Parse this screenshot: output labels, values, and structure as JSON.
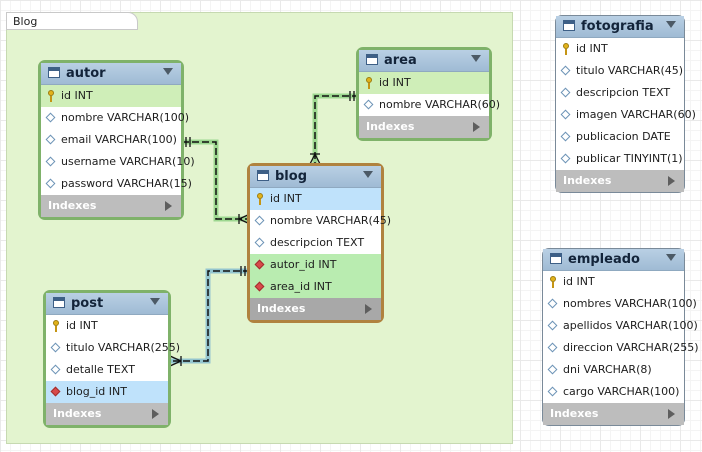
{
  "layer": {
    "title": "Blog"
  },
  "tables": {
    "autor": {
      "name": "autor",
      "columns": [
        {
          "label": "id INT",
          "kind": "pk"
        },
        {
          "label": "nombre VARCHAR(100)",
          "kind": "col"
        },
        {
          "label": "email VARCHAR(100)",
          "kind": "col"
        },
        {
          "label": "username VARCHAR(10)",
          "kind": "col"
        },
        {
          "label": "password VARCHAR(15)",
          "kind": "col"
        }
      ],
      "indexes_label": "Indexes"
    },
    "area": {
      "name": "area",
      "columns": [
        {
          "label": "id INT",
          "kind": "pk"
        },
        {
          "label": "nombre VARCHAR(60)",
          "kind": "col"
        }
      ],
      "indexes_label": "Indexes"
    },
    "blog": {
      "name": "blog",
      "columns": [
        {
          "label": "id INT",
          "kind": "pk"
        },
        {
          "label": "nombre VARCHAR(45)",
          "kind": "col"
        },
        {
          "label": "descripcion TEXT",
          "kind": "col"
        },
        {
          "label": "autor_id INT",
          "kind": "fk"
        },
        {
          "label": "area_id INT",
          "kind": "fk"
        }
      ],
      "indexes_label": "Indexes"
    },
    "post": {
      "name": "post",
      "columns": [
        {
          "label": "id INT",
          "kind": "pk"
        },
        {
          "label": "titulo VARCHAR(255)",
          "kind": "col"
        },
        {
          "label": "detalle TEXT",
          "kind": "col"
        },
        {
          "label": "blog_id INT",
          "kind": "fk"
        }
      ],
      "indexes_label": "Indexes"
    },
    "fotografia": {
      "name": "fotografia",
      "columns": [
        {
          "label": "id INT",
          "kind": "pk"
        },
        {
          "label": "titulo VARCHAR(45)",
          "kind": "col"
        },
        {
          "label": "descripcion TEXT",
          "kind": "col"
        },
        {
          "label": "imagen VARCHAR(60)",
          "kind": "col"
        },
        {
          "label": "publicacion DATE",
          "kind": "col"
        },
        {
          "label": "publicar TINYINT(1)",
          "kind": "col"
        }
      ],
      "indexes_label": "Indexes"
    },
    "empleado": {
      "name": "empleado",
      "columns": [
        {
          "label": "id INT",
          "kind": "pk"
        },
        {
          "label": "nombres VARCHAR(100)",
          "kind": "col"
        },
        {
          "label": "apellidos VARCHAR(100)",
          "kind": "col"
        },
        {
          "label": "direccion VARCHAR(255)",
          "kind": "col"
        },
        {
          "label": "dni VARCHAR(8)",
          "kind": "col"
        },
        {
          "label": "cargo VARCHAR(100)",
          "kind": "col"
        }
      ],
      "indexes_label": "Indexes"
    }
  },
  "colors": {
    "relation_green": "#1aa01a",
    "relation_blue": "#1f7fd0",
    "selected_border": "#b0823f"
  }
}
